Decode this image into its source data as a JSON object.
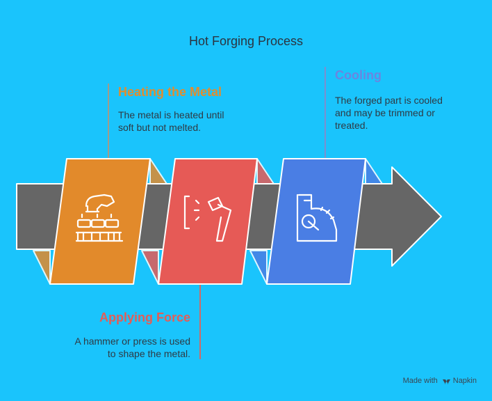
{
  "title": "Hot Forging Process",
  "steps": [
    {
      "title": "Heating the Metal",
      "desc_lines": [
        "The metal is heated until",
        "soft but not melted."
      ],
      "icon": "furnace-icon",
      "color": "#e28a2b",
      "title_color": "#e08d2f"
    },
    {
      "title": "Applying Force",
      "desc_lines": [
        "A hammer or press is used",
        "to shape the metal."
      ],
      "icon": "hammer-icon",
      "color": "#e65a56",
      "title_color": "#e35d57"
    },
    {
      "title": "Cooling",
      "desc_lines": [
        "The forged part is cooled",
        "and may be trimmed or",
        "treated."
      ],
      "icon": "thermometer-gauge-icon",
      "color": "#4a7ee4",
      "title_color": "#6a86e0"
    }
  ],
  "arrow_color": "#666666",
  "credit": {
    "prefix": "Made with",
    "brand": "Napkin"
  }
}
